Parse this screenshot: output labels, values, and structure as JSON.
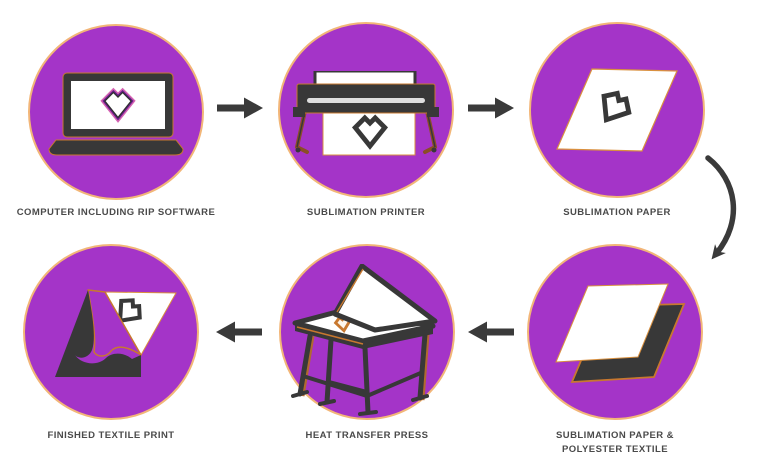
{
  "colors": {
    "background": "#FFFFFF",
    "circle_fill": "#A434C8",
    "circle_border": "#F2B678",
    "icon_dark": "#383838",
    "accent_orange": "#C8782F",
    "paper_edge_orange": "#D9903F",
    "label_text": "#4A4A4A",
    "logo_magenta": "#D563B2",
    "logo_purple": "#6A1E8E",
    "arrow_color": "#3A3A3A"
  },
  "steps": [
    {
      "id": "computer",
      "label": "COMPUTER INCLUDING RIP SOFTWARE",
      "icon": "laptop-with-logo-icon"
    },
    {
      "id": "printer",
      "label": "SUBLIMATION PRINTER",
      "icon": "large-format-printer-icon"
    },
    {
      "id": "paper",
      "label": "SUBLIMATION PAPER",
      "icon": "printed-paper-sheet-icon"
    },
    {
      "id": "paper_textile",
      "label": "SUBLIMATION PAPER &\nPOLYESTER TEXTILE",
      "icon": "paper-on-textile-icon"
    },
    {
      "id": "press",
      "label": "HEAT TRANSFER PRESS",
      "icon": "heat-press-icon"
    },
    {
      "id": "finished",
      "label": "FINISHED TEXTILE PRINT",
      "icon": "peeled-textile-print-icon"
    }
  ],
  "connectors": [
    {
      "from": "computer",
      "to": "printer",
      "type": "right-arrow"
    },
    {
      "from": "printer",
      "to": "paper",
      "type": "right-arrow"
    },
    {
      "from": "paper",
      "to": "paper_textile",
      "type": "curved-down-arrow"
    },
    {
      "from": "paper_textile",
      "to": "press",
      "type": "left-arrow"
    },
    {
      "from": "press",
      "to": "finished",
      "type": "left-arrow"
    }
  ]
}
